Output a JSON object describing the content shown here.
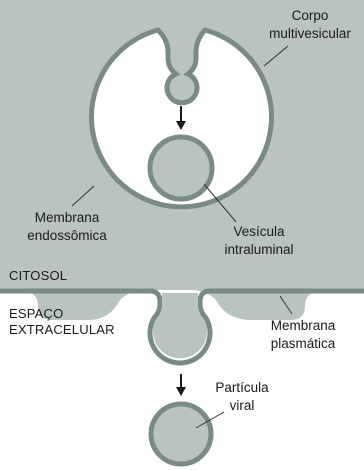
{
  "colors": {
    "cytosol": "#b9c4c0",
    "membrane": "#7a8a86",
    "lumen": "#ffffff",
    "text": "#1a1a1a"
  },
  "labels": {
    "mvb_line1": "Corpo",
    "mvb_line2": "multivesicular",
    "endo_line1": "Membrana",
    "endo_line2": "endossômica",
    "ilv_line1": "Vesícula",
    "ilv_line2": "intraluminal",
    "cytosol": "CITOSOL",
    "extra_line1": "ESPAÇO",
    "extra_line2": "EXTRACELULAR",
    "pm_line1": "Membrana",
    "pm_line2": "plasmática",
    "virus_line1": "Partícula",
    "virus_line2": "viral"
  },
  "icons": [
    "down-arrow-icon",
    "down-arrow-icon"
  ]
}
